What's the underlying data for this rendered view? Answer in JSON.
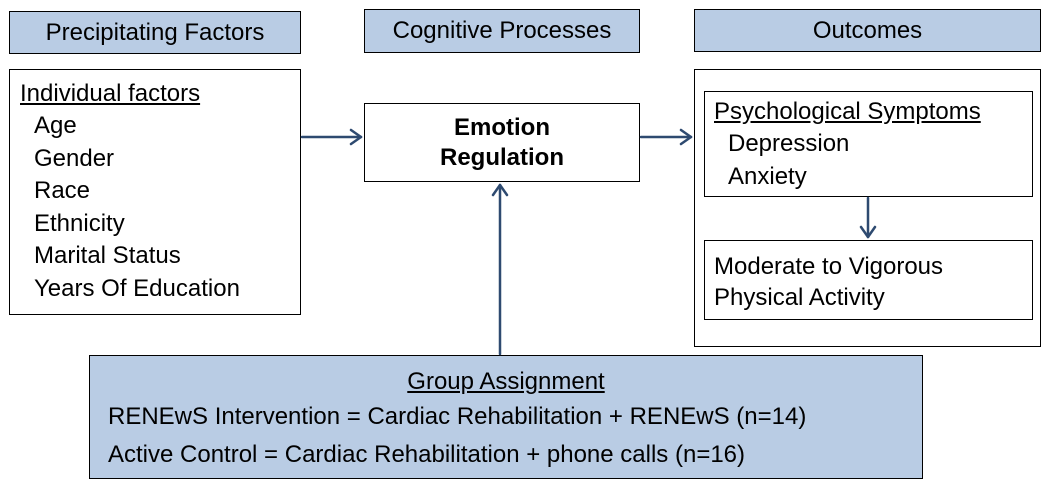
{
  "headers": {
    "precipitating": "Precipitating Factors",
    "cognitive": "Cognitive Processes",
    "outcomes": "Outcomes"
  },
  "individual": {
    "title": "Individual factors",
    "items": [
      "Age",
      "Gender",
      "Race",
      "Ethnicity",
      "Marital Status",
      "Years Of Education"
    ]
  },
  "emotion": {
    "line1": "Emotion",
    "line2": "Regulation"
  },
  "psych": {
    "title": "Psychological Symptoms",
    "items": [
      "Depression",
      "Anxiety"
    ]
  },
  "activity": {
    "line1": "Moderate to Vigorous",
    "line2": "Physical Activity"
  },
  "group": {
    "title": "Group Assignment",
    "line1": "RENEwS Intervention = Cardiac Rehabilitation + RENEwS (n=14)",
    "line2": "Active Control = Cardiac Rehabilitation + phone calls (n=16)"
  },
  "colors": {
    "header_fill": "#b9cce4",
    "arrow": "#2e4a70"
  }
}
